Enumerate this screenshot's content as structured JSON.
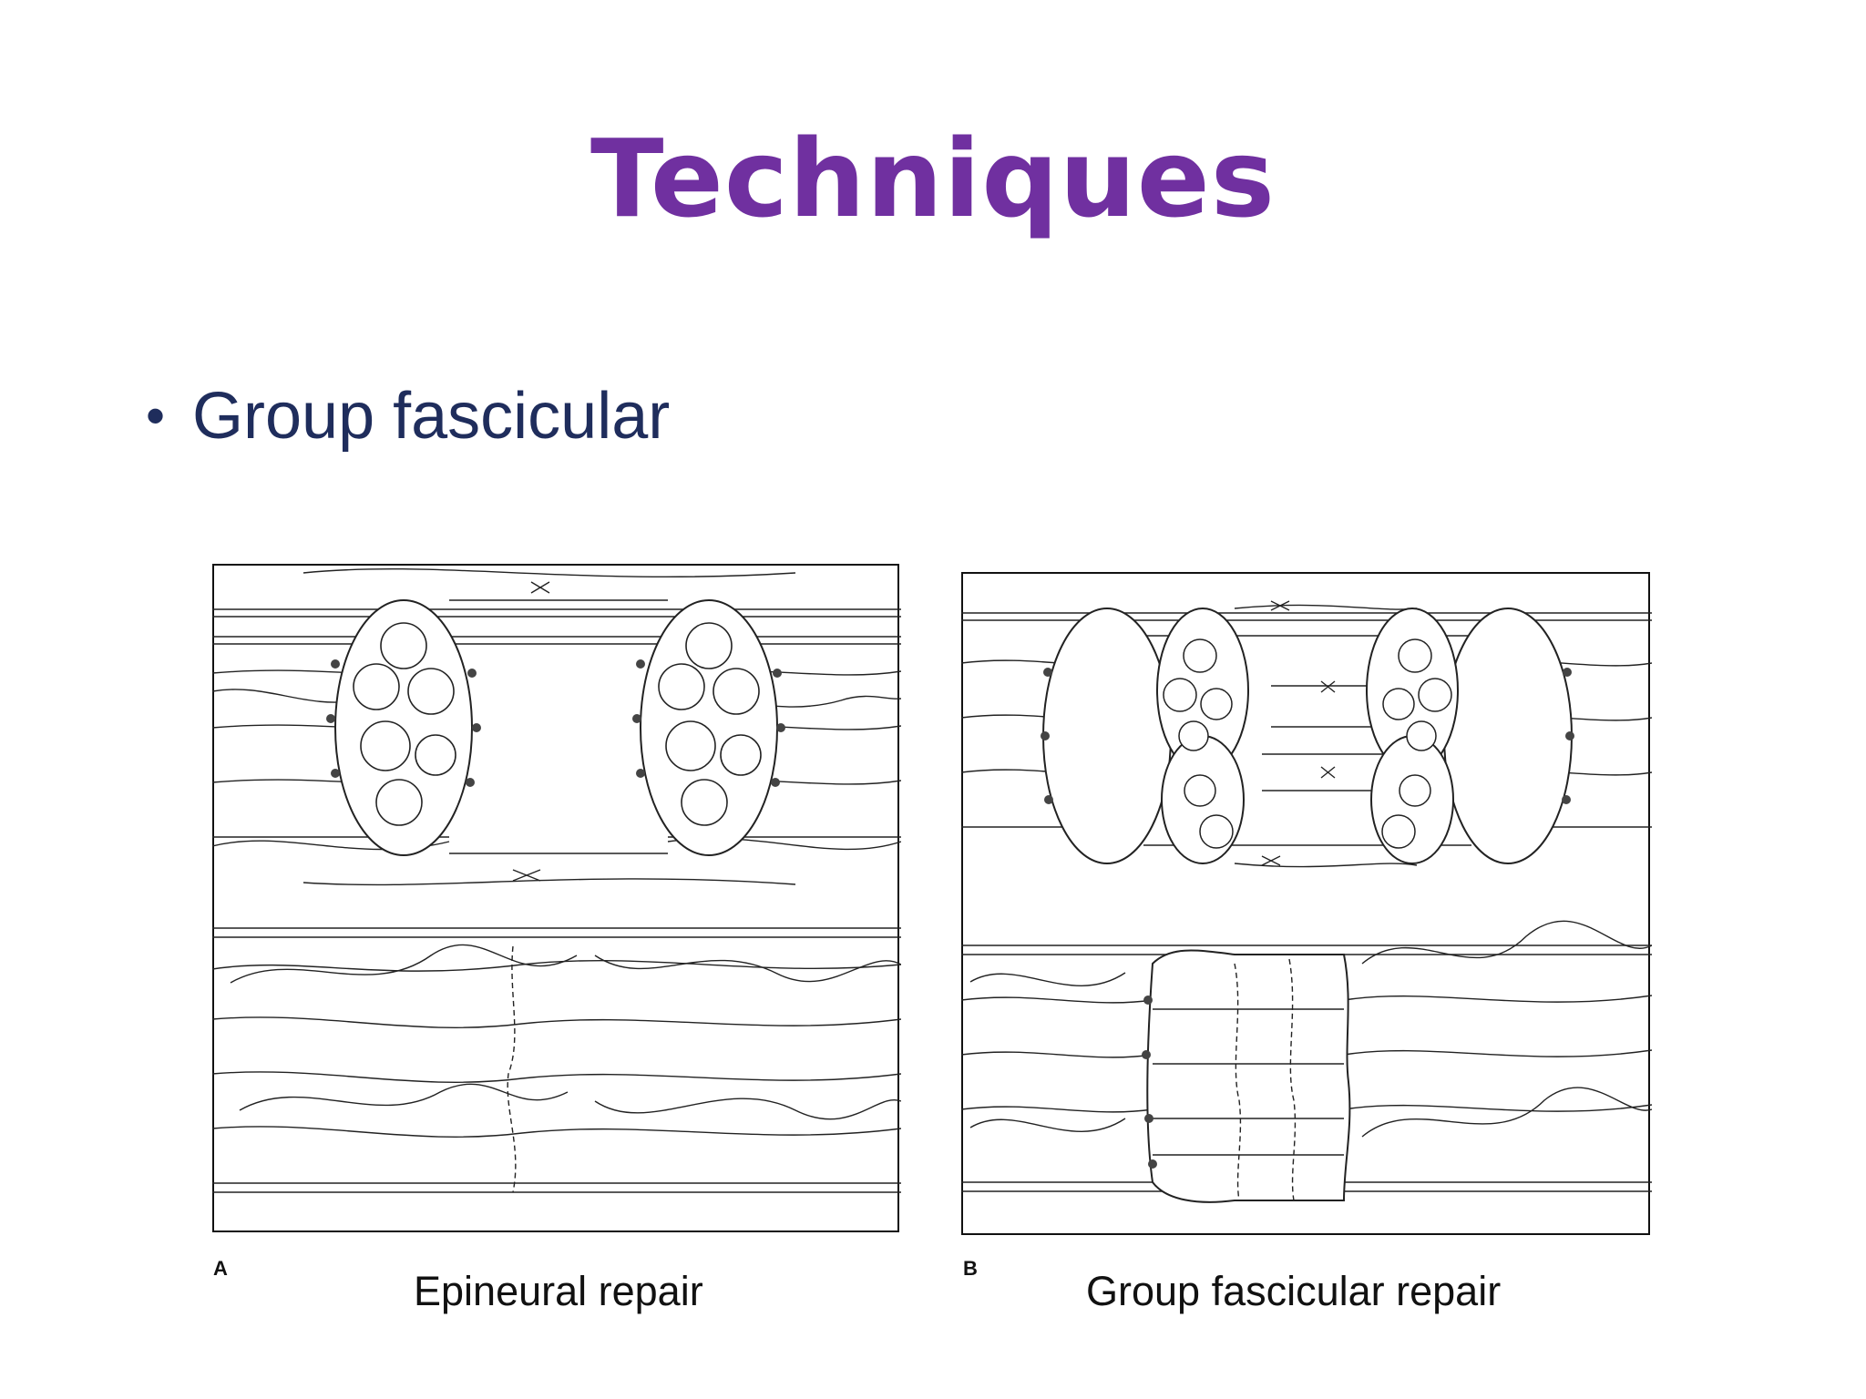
{
  "slide": {
    "title": "Techniques",
    "bullet": "Group fascicular",
    "title_color": "#7030a0",
    "bullet_color": "#1f2d5c",
    "figures": [
      {
        "letter": "A",
        "caption": "Epineural repair"
      },
      {
        "letter": "B",
        "caption": "Group fascicular repair"
      }
    ]
  }
}
